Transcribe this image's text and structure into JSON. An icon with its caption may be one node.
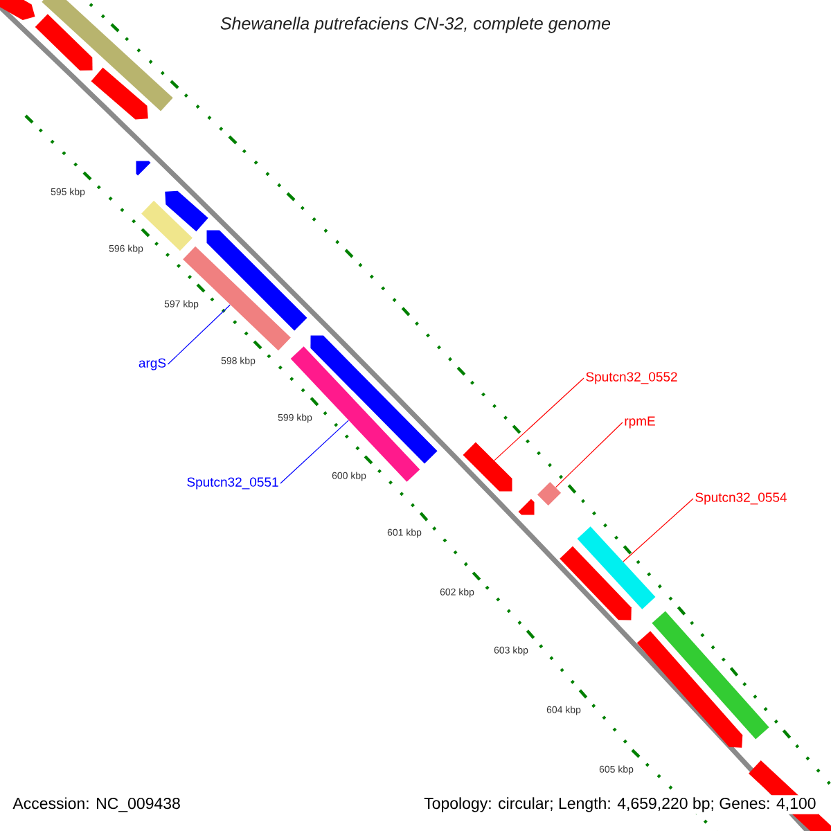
{
  "diagram": {
    "title": "Shewanella putrefaciens CN-32, complete genome",
    "nodes": [
      {
        "text": [
          "argS"
        ]
      },
      {
        "text": [
          "Sputcn32_0551"
        ]
      },
      {
        "text": [
          "Sputcn32_0552"
        ]
      },
      {
        "text": [
          "rpmE"
        ]
      },
      {
        "text": [
          "Sputcn32_0554"
        ]
      },
      {
        "text": [],
        "shape": "arrow"
      },
      {
        "text": [],
        "shape": "bar"
      },
      {
        "text": [],
        "shape": "arrow"
      },
      {
        "text": [],
        "shape": "arrow"
      },
      {
        "text": [],
        "shape": "arrow"
      },
      {
        "text": [],
        "shape": "arrow"
      },
      {
        "text": [],
        "shape": "bar"
      },
      {
        "text": [],
        "shape": "arrow"
      },
      {
        "text": [],
        "shape": "bar"
      },
      {
        "text": [],
        "shape": "arrow"
      },
      {
        "text": [],
        "shape": "bar"
      },
      {
        "text": [],
        "shape": "arrow"
      },
      {
        "text": [],
        "shape": "bar"
      },
      {
        "text": [],
        "shape": "arrow"
      },
      {
        "text": [],
        "shape": "bar"
      },
      {
        "text": [],
        "shape": "arrow"
      },
      {
        "text": [],
        "shape": "bar"
      },
      {
        "text": [],
        "shape": "arrow"
      },
      {
        "text": [],
        "shape": "arrow"
      }
    ],
    "edges": [
      {
        "from": 0,
        "to": 13,
        "arrow": "none",
        "color": "#0000ff"
      },
      {
        "from": 1,
        "to": 15,
        "arrow": "none",
        "color": "#0000ff"
      },
      {
        "from": 2,
        "to": 16,
        "arrow": "none"
      },
      {
        "from": 3,
        "to": 17,
        "arrow": "none"
      },
      {
        "from": 4,
        "to": 19,
        "arrow": "none"
      }
    ],
    "labels": [
      "595 kbp",
      "596 kbp",
      "597 kbp",
      "598 kbp",
      "599 kbp",
      "600 kbp",
      "601 kbp",
      "602 kbp",
      "603 kbp",
      "604 kbp",
      "605 kbp",
      "Accession: NC_009438",
      "Topology: circular; Length: 4,659,220 bp; Genes: 4,100"
    ]
  }
}
